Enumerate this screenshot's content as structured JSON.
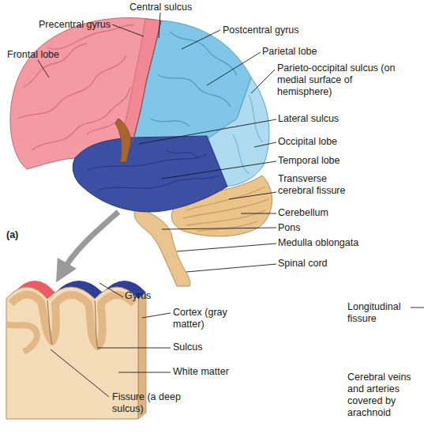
{
  "diagram": {
    "labels": [
      "Central sulcus",
      "Precentral gyrus",
      "Postcentral gyrus",
      "Frontal lobe",
      "Parietal lobe",
      "Parieto-occipital sulcus (on medial surface of hemisphere)",
      "Lateral sulcus",
      "Occipital lobe",
      "Temporal lobe",
      "Transverse cerebral fissure",
      "Cerebellum",
      "Pons",
      "Medulla oblongata",
      "Spinal cord",
      "(a)",
      "Gyrus",
      "Cortex (gray matter)",
      "Sulcus",
      "White matter",
      "Fissure (a deep sulcus)",
      "Longitudinal fissure",
      "Cerebral veins and arteries covered by arachnoid"
    ]
  }
}
